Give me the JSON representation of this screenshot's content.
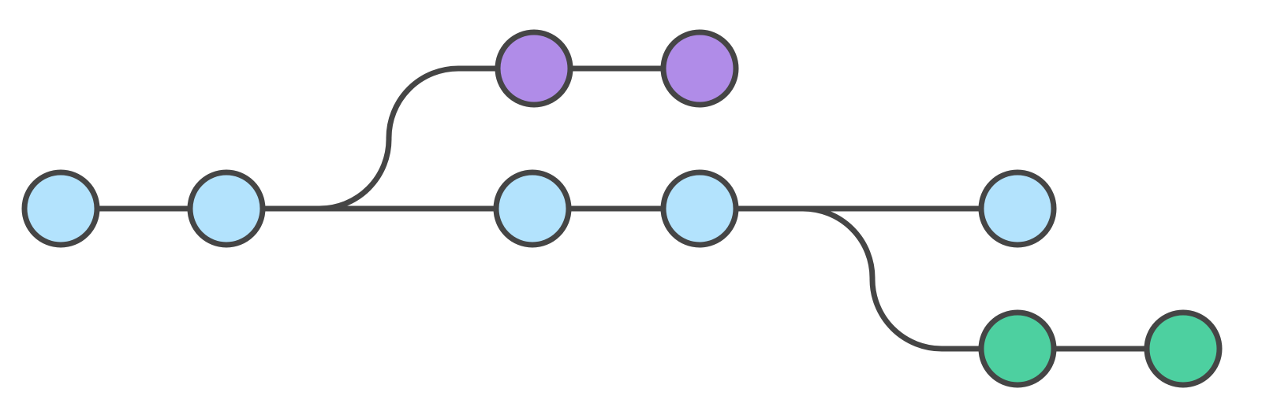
{
  "colors": {
    "stroke": "#454545",
    "background": "#ffffff",
    "main": "#b3e3fd",
    "feature": "#b08ce8",
    "hotfix": "#4dd0a0"
  },
  "branches": [
    {
      "id": "feature",
      "color_key": "feature",
      "commits": [
        "feature-1",
        "feature-2"
      ],
      "forks_from": "main",
      "fork_after_commit": "main-2"
    },
    {
      "id": "main",
      "color_key": "main",
      "commits": [
        "main-1",
        "main-2",
        "main-3",
        "main-4",
        "main-5"
      ],
      "forks_from": null,
      "fork_after_commit": null
    },
    {
      "id": "hotfix",
      "color_key": "hotfix",
      "commits": [
        "hotfix-1",
        "hotfix-2"
      ],
      "forks_from": "main",
      "fork_after_commit": "main-4"
    }
  ]
}
